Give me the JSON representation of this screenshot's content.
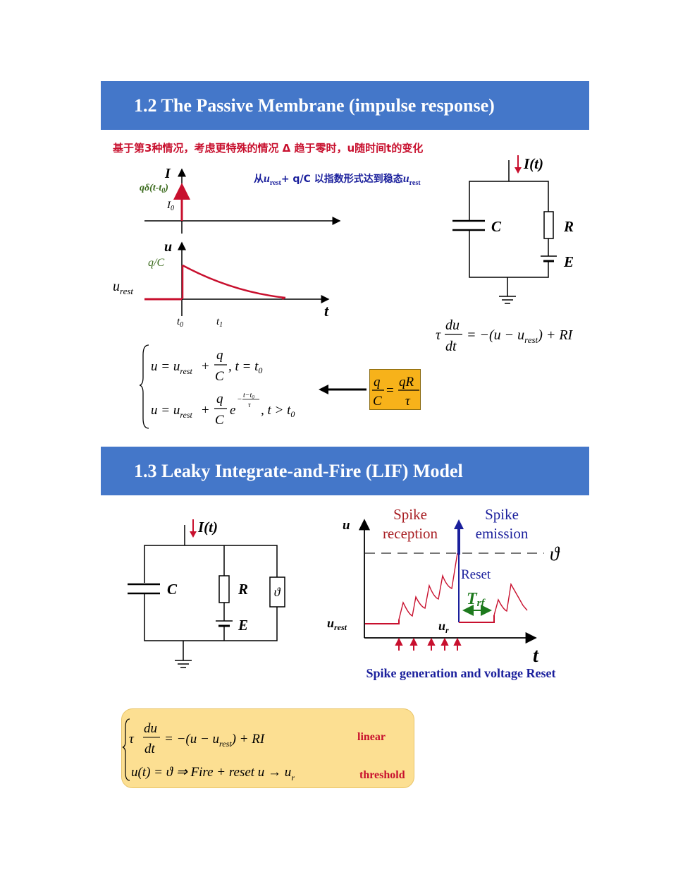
{
  "section1": {
    "title": "1.2 The Passive Membrane (impulse response)",
    "subtitle_cn": "基于第3种情况，考虑更特殊的情况 Δ 趋于零时，u随时间t的变化",
    "note_prefix": "从",
    "note_u": "u",
    "note_rest": "rest",
    "note_mid": "+ q/C 以指数形式达到稳态",
    "plot": {
      "I_label": "I",
      "delta_label": "qδ(t-t",
      "delta_sub": "0",
      "delta_close": ")",
      "I0_label": "I",
      "I0_sub": "0",
      "u_label": "u",
      "qC_label": "q/C",
      "urest_u": "u",
      "urest_sub": "rest",
      "t_label": "t",
      "t0_label": "t",
      "t0_sub": "0",
      "t1_label": "t",
      "t1_sub": "1"
    },
    "circuit": {
      "current": "I(t)",
      "C": "C",
      "R": "R",
      "E": "E"
    },
    "ode": {
      "tau": "τ",
      "du": "du",
      "dt": "dt",
      "rhs": "= −(u − u",
      "rhs_sub": "rest",
      "rhs_end": ") + RI"
    },
    "cases": {
      "line1_lhs": "u = u",
      "line1_sub": "rest",
      "plus": "+",
      "q": "q",
      "C": "C",
      "line1_cond": ",   t = t",
      "line1_cond_sub": "0",
      "line2_lhs": "u = u",
      "line2_sub": "rest",
      "exp_e": "e",
      "exp_top": "t−t",
      "exp_top_sub": "0",
      "exp_bottom": "τ",
      "exp_minus": "−",
      "line2_cond": ",   t > t",
      "line2_cond_sub": "0"
    },
    "box": {
      "q": "q",
      "C": "C",
      "eq": "=",
      "qR": "qR",
      "tau": "τ"
    }
  },
  "section2": {
    "title": "1.3 Leaky Integrate-and-Fire (LIF) Model",
    "circuit": {
      "current": "I(t)",
      "C": "C",
      "R": "R",
      "E": "E",
      "theta": "ϑ"
    },
    "plot": {
      "u_label": "u",
      "spike_reception": [
        "Spike",
        "reception"
      ],
      "spike_emission": [
        "Spike",
        "emission"
      ],
      "theta": "ϑ",
      "reset": "Reset",
      "trf_T": "T",
      "trf_sub": "rf",
      "urest_u": "u",
      "urest_sub": "rest",
      "ur_u": "u",
      "ur_sub": "r",
      "t_label": "t",
      "caption": "Spike generation and voltage Reset"
    },
    "formula": {
      "tau": "τ",
      "du": "du",
      "dt": "dt",
      "line1_rhs": "= −(u − u",
      "line1_sub": "rest",
      "line1_end": ") + RI",
      "line1_tag": "linear",
      "line2": "u(t) = ϑ ⇒ Fire + reset   u  →  u",
      "line2_sub": "r",
      "line2_tag": "threshold"
    }
  },
  "colors": {
    "banner": "#4477c9",
    "red_text": "#c8102e",
    "navy_text": "#1a1f9c",
    "curve": "#c8102e",
    "formula_box": "#fcdf92",
    "q_box": "#f7b21a"
  }
}
